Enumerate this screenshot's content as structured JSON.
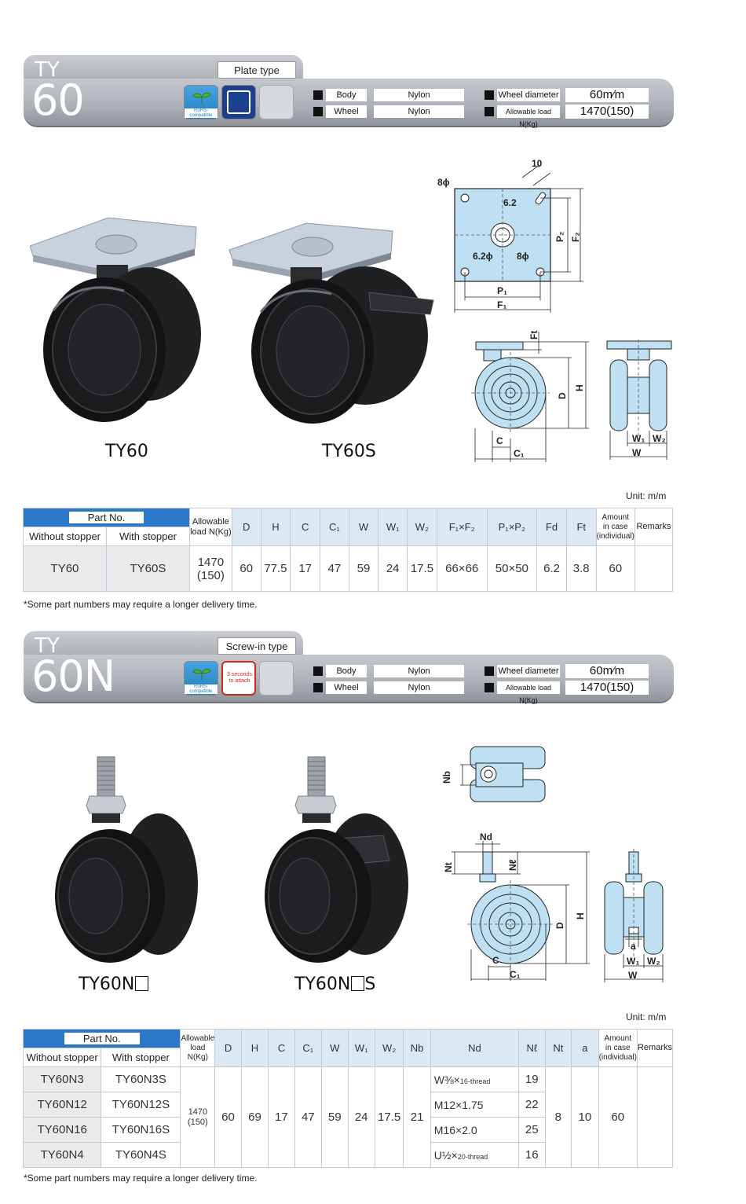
{
  "section1": {
    "prefix": "TY",
    "number": "60",
    "type_label": "Plate type",
    "rohs_label": "RoHS-compatible",
    "specs": {
      "body_label": "Body",
      "body_value": "Nylon",
      "wheel_label": "Wheel",
      "wheel_value": "Nylon",
      "diameter_label": "Wheel diameter",
      "diameter_value": "60m∕m",
      "load_label": "Allowable load N(Kg)",
      "load_value": "1470(150)"
    },
    "captions": {
      "a": "TY60",
      "b": "TY60S"
    },
    "diagram": {
      "d10": "10",
      "d8phi_top": "8ϕ",
      "d62": "6.2",
      "d62phi": "6.2ϕ",
      "d8phi": "8ϕ",
      "p1": "P₁",
      "f1": "F₁",
      "p2": "P₂",
      "f2": "F₂",
      "ft": "Ft",
      "d": "D",
      "h": "H",
      "c": "C",
      "c1": "C₁",
      "w1": "W₁",
      "w2": "W₂",
      "w": "W"
    },
    "unit": "Unit: m/m",
    "table": {
      "part_no": "Part No.",
      "without_stopper": "Without stopper",
      "with_stopper": "With stopper",
      "allowable_1": "Allowable",
      "allowable_2": "load N(Kg)",
      "cols": [
        "D",
        "H",
        "C",
        "C₁",
        "W",
        "W₁",
        "W₂",
        "F₁×F₂",
        "P₁×P₂",
        "Fd",
        "Ft"
      ],
      "amount_1": "Amount",
      "amount_2": "in case",
      "amount_3": "(individual)",
      "remarks": "Remarks",
      "row": {
        "without": "TY60",
        "with": "TY60S",
        "load_1": "1470",
        "load_2": "(150)",
        "vals": [
          "60",
          "77.5",
          "17",
          "47",
          "59",
          "24",
          "17.5",
          "66×66",
          "50×50",
          "6.2",
          "3.8"
        ],
        "amount": "60",
        "remarks": ""
      }
    },
    "note": "*Some part numbers may require a longer delivery time."
  },
  "section2": {
    "prefix": "TY",
    "number": "60N",
    "type_label": "Screw-in type",
    "rohs_label": "RoHS-compatible",
    "screw_badge": "3 seconds to attach",
    "specs": {
      "body_label": "Body",
      "body_value": "Nylon",
      "wheel_label": "Wheel",
      "wheel_value": "Nylon",
      "diameter_label": "Wheel diameter",
      "diameter_value": "60m∕m",
      "load_label": "Allowable load N(Kg)",
      "load_value": "1470(150)"
    },
    "captions": {
      "a": "TY60N",
      "b_pre": "TY60N",
      "b_post": "S"
    },
    "diagram": {
      "nb": "Nb",
      "nd": "Nd",
      "nt": "Nt",
      "nl": "Nℓ",
      "d": "D",
      "h": "H",
      "c": "C",
      "c1": "C₁",
      "a": "a",
      "w1": "W₁",
      "w2": "W₂",
      "w": "W"
    },
    "unit": "Unit: m/m",
    "table": {
      "part_no": "Part No.",
      "without_stopper": "Without stopper",
      "with_stopper": "With stopper",
      "allowable_1": "Allowable",
      "allowable_2": "load N(Kg)",
      "cols": [
        "D",
        "H",
        "C",
        "C₁",
        "W",
        "W₁",
        "W₂",
        "Nb",
        "Nd",
        "Nℓ",
        "Nt",
        "a"
      ],
      "amount_1": "Amount",
      "amount_2": "in case",
      "amount_3": "(individual)",
      "remarks": "Remarks",
      "load_1": "1470",
      "load_2": "(150)",
      "shared": [
        "60",
        "69",
        "17",
        "47",
        "59",
        "24",
        "17.5",
        "21"
      ],
      "nt": "8",
      "a": "10",
      "amount": "60",
      "rows": [
        {
          "without": "TY60N3",
          "with": "TY60N3S",
          "nd_main": "W⅜×",
          "nd_sub": "16-thread",
          "nl": "19"
        },
        {
          "without": "TY60N12",
          "with": "TY60N12S",
          "nd_main": "M12×1.75",
          "nd_sub": "",
          "nl": "22"
        },
        {
          "without": "TY60N16",
          "with": "TY60N16S",
          "nd_main": "M16×2.0",
          "nd_sub": "",
          "nl": "25"
        },
        {
          "without": "TY60N4",
          "with": "TY60N4S",
          "nd_main": "U½×",
          "nd_sub": "20-thread",
          "nl": "16"
        }
      ]
    },
    "note": "*Some part numbers may require a longer delivery time."
  }
}
